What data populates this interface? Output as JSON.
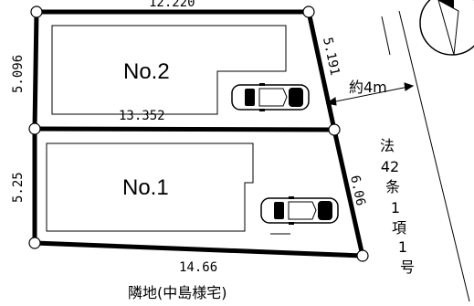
{
  "lots": {
    "no1": {
      "label": "No.1"
    },
    "no2": {
      "label": "No.2"
    }
  },
  "dimensions": {
    "top": "12.220",
    "no2_left": "5.096",
    "no2_right": "5.191",
    "shared_boundary": "13.352",
    "no1_left": "5.25",
    "no1_right": "6.06",
    "bottom": "14.66"
  },
  "road": {
    "width_label": "約4m",
    "classification_chars": [
      "法",
      "42",
      "条",
      "1",
      "項",
      "1",
      "号"
    ]
  },
  "neighbor_label": "隣地(中島様宅)",
  "colors": {
    "line": "#000000",
    "background": "#ffffff"
  }
}
